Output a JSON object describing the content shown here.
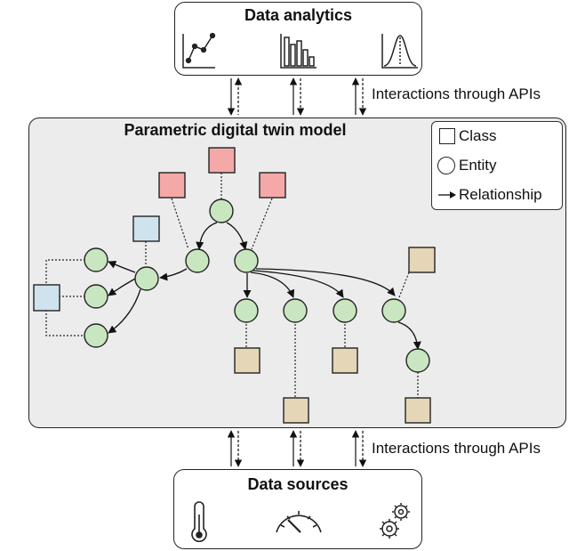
{
  "analytics": {
    "title": "Data analytics"
  },
  "twin": {
    "title": "Parametric digital twin model"
  },
  "sources": {
    "title": "Data sources"
  },
  "api_labels": {
    "top": "Interactions through APIs",
    "bottom": "Interactions through APIs"
  },
  "legend": {
    "class_label": "Class",
    "entity_label": "Entity",
    "relationship_label": "Relationship"
  },
  "colors": {
    "entity_fill": "#c8e6c0",
    "class_red": "#f4a9a8",
    "class_blue": "#cfe3ee",
    "class_tan": "#e6d6b8",
    "stroke": "#222222",
    "panel": "#ececec"
  },
  "icons": {
    "analytics": [
      "line-chart-icon",
      "bar-chart-icon",
      "distribution-curve-icon"
    ],
    "sources": [
      "thermometer-icon",
      "speedometer-icon",
      "gears-icon"
    ]
  }
}
